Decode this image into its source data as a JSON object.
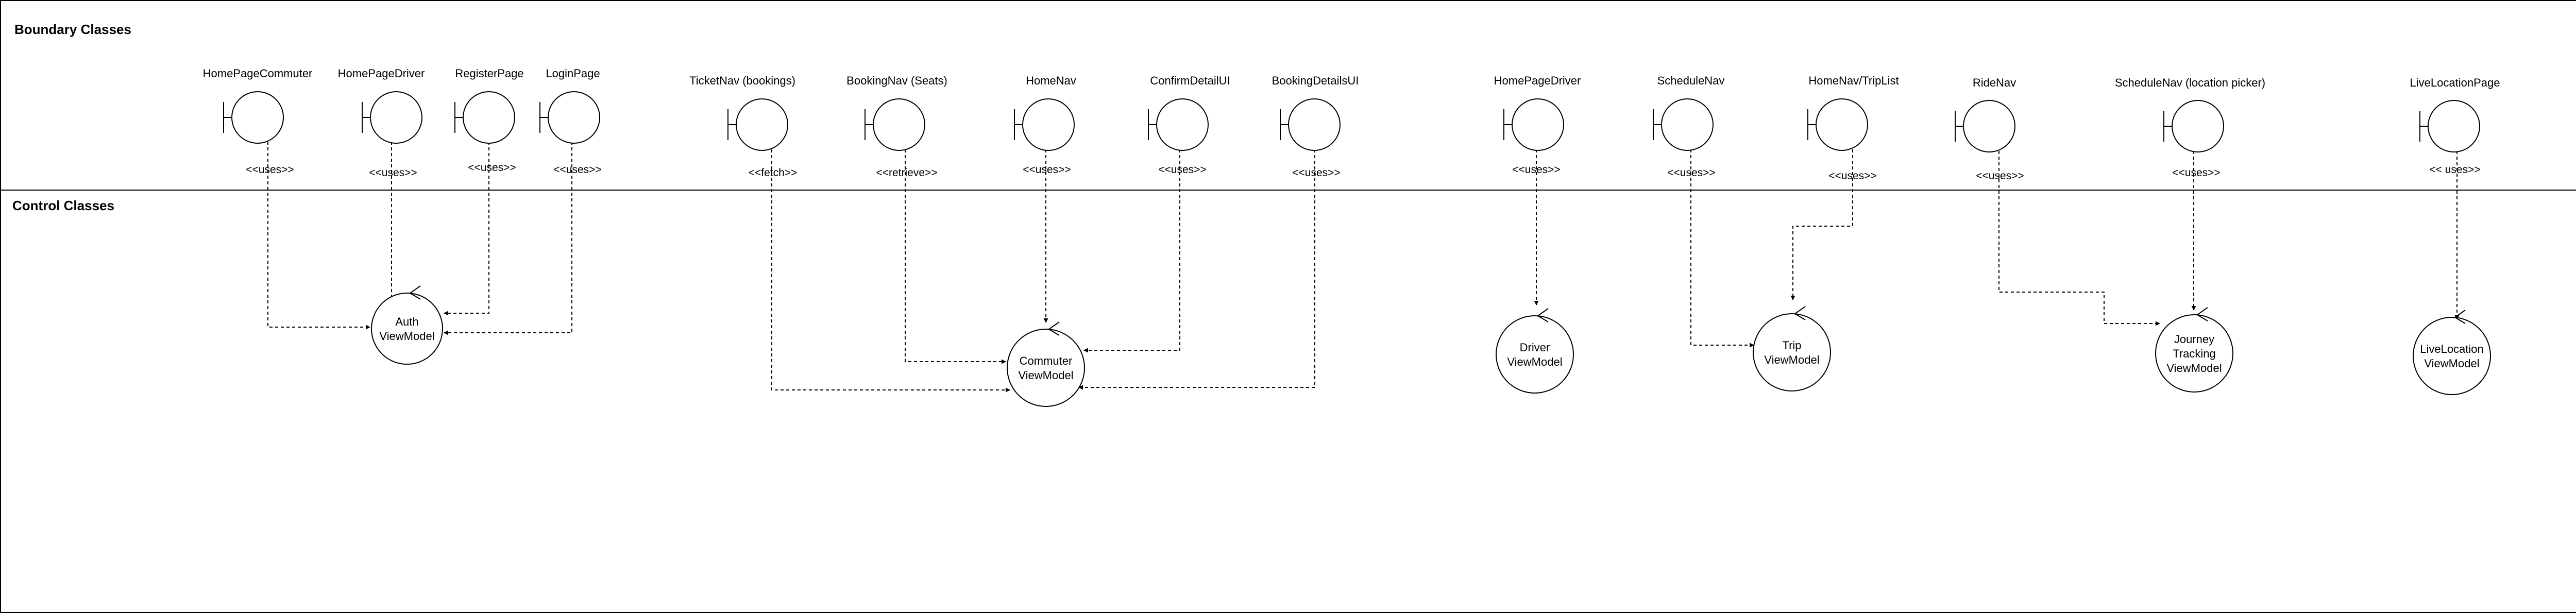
{
  "sections": {
    "boundary_title": "Boundary Classes",
    "control_title": "Control Classes"
  },
  "boundaries": [
    {
      "id": "b1",
      "label": "HomePageCommuter"
    },
    {
      "id": "b2",
      "label": "HomePageDriver"
    },
    {
      "id": "b3",
      "label": "RegisterPage"
    },
    {
      "id": "b4",
      "label": "LoginPage"
    },
    {
      "id": "b5",
      "label": "TicketNav (bookings)"
    },
    {
      "id": "b6",
      "label": "BookingNav (Seats)"
    },
    {
      "id": "b7",
      "label": "HomeNav"
    },
    {
      "id": "b8",
      "label": "ConfirmDetailUI"
    },
    {
      "id": "b9",
      "label": "BookingDetailsUI"
    },
    {
      "id": "b10",
      "label": "HomePageDriver"
    },
    {
      "id": "b11",
      "label": "ScheduleNav"
    },
    {
      "id": "b12",
      "label": "HomeNav/TripList"
    },
    {
      "id": "b13",
      "label": "RideNav"
    },
    {
      "id": "b14",
      "label": "ScheduleNav (location picker)"
    },
    {
      "id": "b15",
      "label": "LiveLocationPage"
    }
  ],
  "controls": [
    {
      "id": "c1",
      "lines": [
        "Auth",
        "ViewModel"
      ]
    },
    {
      "id": "c2",
      "lines": [
        "Commuter",
        "ViewModel"
      ]
    },
    {
      "id": "c3",
      "lines": [
        "Driver",
        "ViewModel"
      ]
    },
    {
      "id": "c4",
      "lines": [
        "Trip",
        "ViewModel"
      ]
    },
    {
      "id": "c5",
      "lines": [
        "Journey",
        "Tracking",
        "ViewModel"
      ]
    },
    {
      "id": "c6",
      "lines": [
        "LiveLocation",
        "ViewModel"
      ]
    }
  ],
  "relations": [
    {
      "from": "b1",
      "to": "c1",
      "stereotype": "<<uses>>"
    },
    {
      "from": "b2",
      "to": "c1",
      "stereotype": "<<uses>>"
    },
    {
      "from": "b3",
      "to": "c1",
      "stereotype": "<<uses>>"
    },
    {
      "from": "b4",
      "to": "c1",
      "stereotype": "<<uses>>"
    },
    {
      "from": "b5",
      "to": "c2",
      "stereotype": "<<fetch>>"
    },
    {
      "from": "b6",
      "to": "c2",
      "stereotype": "<<retrieve>>"
    },
    {
      "from": "b7",
      "to": "c2",
      "stereotype": "<<uses>>"
    },
    {
      "from": "b8",
      "to": "c2",
      "stereotype": "<<uses>>"
    },
    {
      "from": "b9",
      "to": "c2",
      "stereotype": "<<uses>>"
    },
    {
      "from": "b10",
      "to": "c3",
      "stereotype": "<<uses>>"
    },
    {
      "from": "b11",
      "to": "c4",
      "stereotype": "<<uses>>"
    },
    {
      "from": "b12",
      "to": "c4",
      "stereotype": "<<uses>>"
    },
    {
      "from": "b13",
      "to": "c5",
      "stereotype": "<<uses>>"
    },
    {
      "from": "b14",
      "to": "c5",
      "stereotype": "<<uses>>"
    },
    {
      "from": "b15",
      "to": "c6",
      "stereotype": "<< uses>>"
    }
  ]
}
